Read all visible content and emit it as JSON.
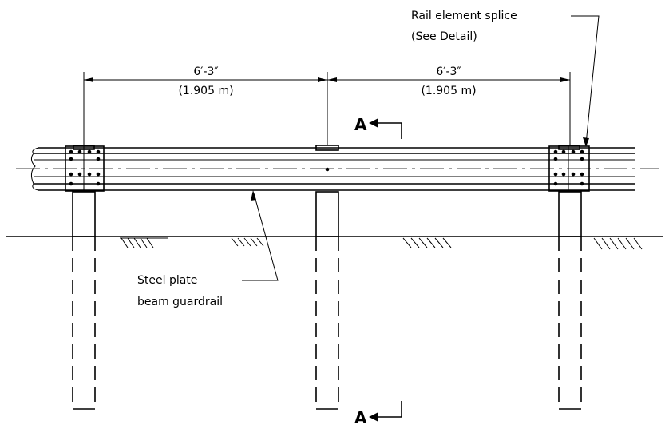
{
  "dimensions": [
    {
      "imperial": "6′-3″",
      "metric": "(1.905 m)"
    },
    {
      "imperial": "6′-3″",
      "metric": "(1.905 m)"
    }
  ],
  "section_marker": {
    "top": "A",
    "bottom": "A"
  },
  "callouts": {
    "splice": {
      "line1": "Rail element splice",
      "line2": "(See Detail)"
    },
    "guardrail": {
      "line1": "Steel plate",
      "line2": "beam guardrail"
    }
  }
}
